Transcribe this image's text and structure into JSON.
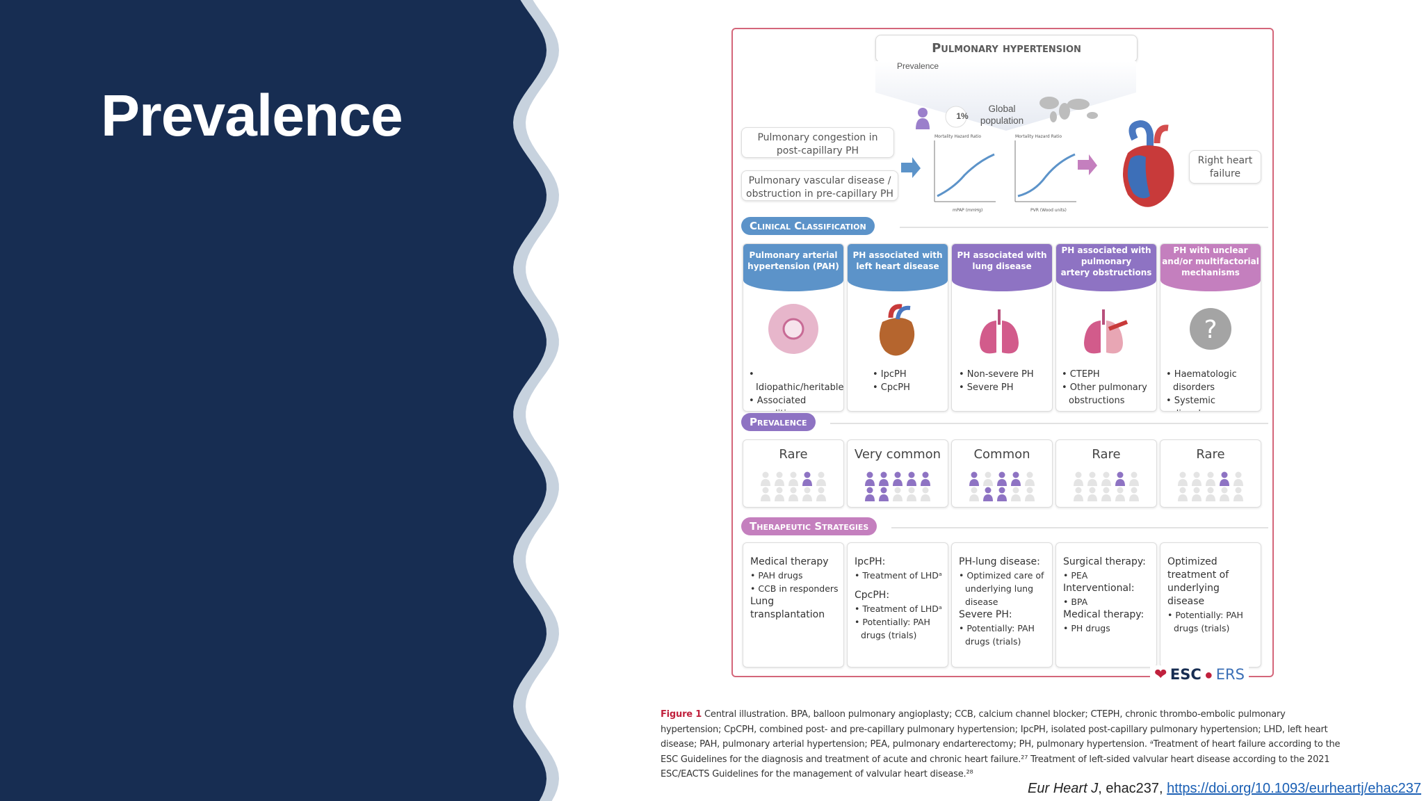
{
  "slide": {
    "title": "Prevalence"
  },
  "colors": {
    "navy": "#172d52",
    "wave": "#c7d2de",
    "frame": "#d4667a",
    "blue": "#5c93c9",
    "purple": "#8e73c3",
    "pink": "#c47fbe",
    "accent": "#c0213d"
  },
  "figure": {
    "title": "Pulmonary hypertension",
    "prevalence_label": "Prevalence",
    "prevalence_pct": "1%",
    "global_population": [
      "Global",
      "population"
    ],
    "causes": [
      [
        "Pulmonary congestion in",
        "post-capillary PH"
      ],
      [
        "Pulmonary vascular disease /",
        "obstruction in pre-capillary PH"
      ]
    ],
    "plot_labels": {
      "y": "Mortality Hazard Ratio",
      "x1": "mPAP (mmHg)",
      "x2": "PVR (Wood units)"
    },
    "right_heart_failure": [
      "Right heart",
      "failure"
    ],
    "sections": {
      "classification": "Clinical Classification",
      "prevalence": "Prevalence",
      "therapeutic": "Therapeutic Strategies"
    },
    "groups": [
      {
        "header": [
          "Pulmonary arterial",
          "hypertension (PAH)"
        ],
        "items": [
          "• Idiopathic/heritable",
          "• Associated conditions"
        ],
        "prevalence": "Rare",
        "filled": 1
      },
      {
        "header": [
          "PH associated with",
          "left heart disease"
        ],
        "items": [
          "• IpcPH",
          "• CpcPH"
        ],
        "prevalence": "Very common",
        "filled": 7
      },
      {
        "header": [
          "PH associated with",
          "lung disease"
        ],
        "items": [
          "• Non-severe PH",
          "• Severe PH"
        ],
        "prevalence": "Common",
        "filled": 5
      },
      {
        "header": [
          "PH associated with",
          "pulmonary",
          "artery obstructions"
        ],
        "items": [
          "• CTEPH",
          "• Other pulmonary obstructions"
        ],
        "prevalence": "Rare",
        "filled": 1
      },
      {
        "header": [
          "PH with unclear",
          "and/or multifactorial",
          "mechanisms"
        ],
        "items": [
          "• Haematologic disorders",
          "• Systemic disorders"
        ],
        "prevalence": "Rare",
        "filled": 1
      }
    ],
    "therapy": [
      {
        "lines": [
          {
            "t": "h",
            "v": "Medical therapy"
          },
          {
            "t": "b",
            "v": "• PAH drugs"
          },
          {
            "t": "b",
            "v": "• CCB in responders"
          },
          {
            "t": "h",
            "v": "Lung transplantation"
          }
        ]
      },
      {
        "lines": [
          {
            "t": "h",
            "v": "IpcPH:"
          },
          {
            "t": "b",
            "v": "• Treatment of LHDᵃ"
          },
          {
            "t": "gap",
            "v": ""
          },
          {
            "t": "h",
            "v": "CpcPH:"
          },
          {
            "t": "b",
            "v": "• Treatment of LHDᵃ"
          },
          {
            "t": "b",
            "v": "• Potentially: PAH drugs (trials)"
          }
        ]
      },
      {
        "lines": [
          {
            "t": "h",
            "v": "PH-lung disease:"
          },
          {
            "t": "b",
            "v": "• Optimized care of underlying lung disease"
          },
          {
            "t": "h",
            "v": "Severe PH:"
          },
          {
            "t": "b",
            "v": "• Potentially: PAH drugs (trials)"
          }
        ]
      },
      {
        "lines": [
          {
            "t": "h",
            "v": "Surgical therapy:"
          },
          {
            "t": "b",
            "v": "• PEA"
          },
          {
            "t": "h",
            "v": "Interventional:"
          },
          {
            "t": "b",
            "v": "• BPA"
          },
          {
            "t": "h",
            "v": "Medical therapy:"
          },
          {
            "t": "b",
            "v": "• PH drugs"
          }
        ]
      },
      {
        "lines": [
          {
            "t": "h",
            "v": "Optimized treatment of underlying disease"
          },
          {
            "t": "b",
            "v": "• Potentially: PAH drugs (trials)"
          }
        ]
      }
    ],
    "logos": {
      "esc": "ESC",
      "ers": "ERS"
    }
  },
  "caption": {
    "label": "Figure 1",
    "text": " Central illustration. BPA, balloon pulmonary angioplasty; CCB, calcium channel blocker; CTEPH, chronic thrombo-embolic pulmonary hypertension; CpCPH, combined post- and pre-capillary pulmonary hypertension; IpcPH, isolated post-capillary pulmonary hypertension; LHD, left heart disease; PAH, pulmonary arterial hypertension; PEA, pulmonary endarterectomy; PH, pulmonary hypertension. ᵃTreatment of heart failure according to the ESC Guidelines for the diagnosis and treatment of acute and chronic heart failure.²⁷ Treatment of left-sided valvular heart disease according to the 2021 ESC/EACTS Guidelines for the management of valvular heart disease.²⁸"
  },
  "citation": {
    "journal": "Eur Heart J",
    "id": ", ehac237, ",
    "doi": "https://doi.org/10.1093/eurheartj/ehac237"
  }
}
